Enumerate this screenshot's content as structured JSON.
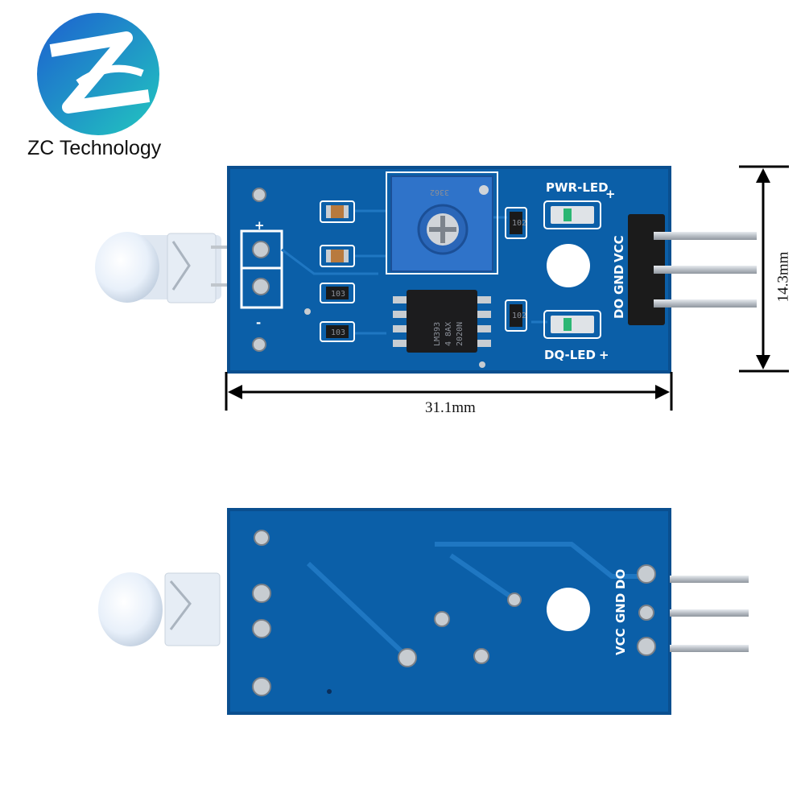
{
  "brand": {
    "name": "ZC Technology",
    "logo_colors": {
      "blue": "#1d6fd6",
      "teal": "#23c6c0"
    }
  },
  "dimensions": {
    "width_label": "31.1mm",
    "height_label": "14.3mm"
  },
  "front_board": {
    "labels": {
      "pwr_led": "PWR-LED",
      "dq_led": "DQ-LED",
      "plus_top": "+",
      "minus": "-",
      "pwr_plus": "+",
      "dq_plus": "+",
      "vcc": "VCC",
      "gnd": "GND",
      "do": "DO"
    },
    "chip_lines": [
      "LM393",
      "4 8AX",
      "2020N"
    ],
    "pot_code": "3362",
    "resistor_codes": [
      "103",
      "103",
      "102",
      "102"
    ]
  },
  "back_board": {
    "pin_labels": {
      "vcc": "VCC",
      "gnd": "GND",
      "do": "DO"
    }
  },
  "colors": {
    "pcb": "#0b5fa8",
    "pcb_edge": "#0a4f8f",
    "pot": "#2f73c9",
    "pin": "#c9ced4",
    "header": "#1b1b1b"
  }
}
